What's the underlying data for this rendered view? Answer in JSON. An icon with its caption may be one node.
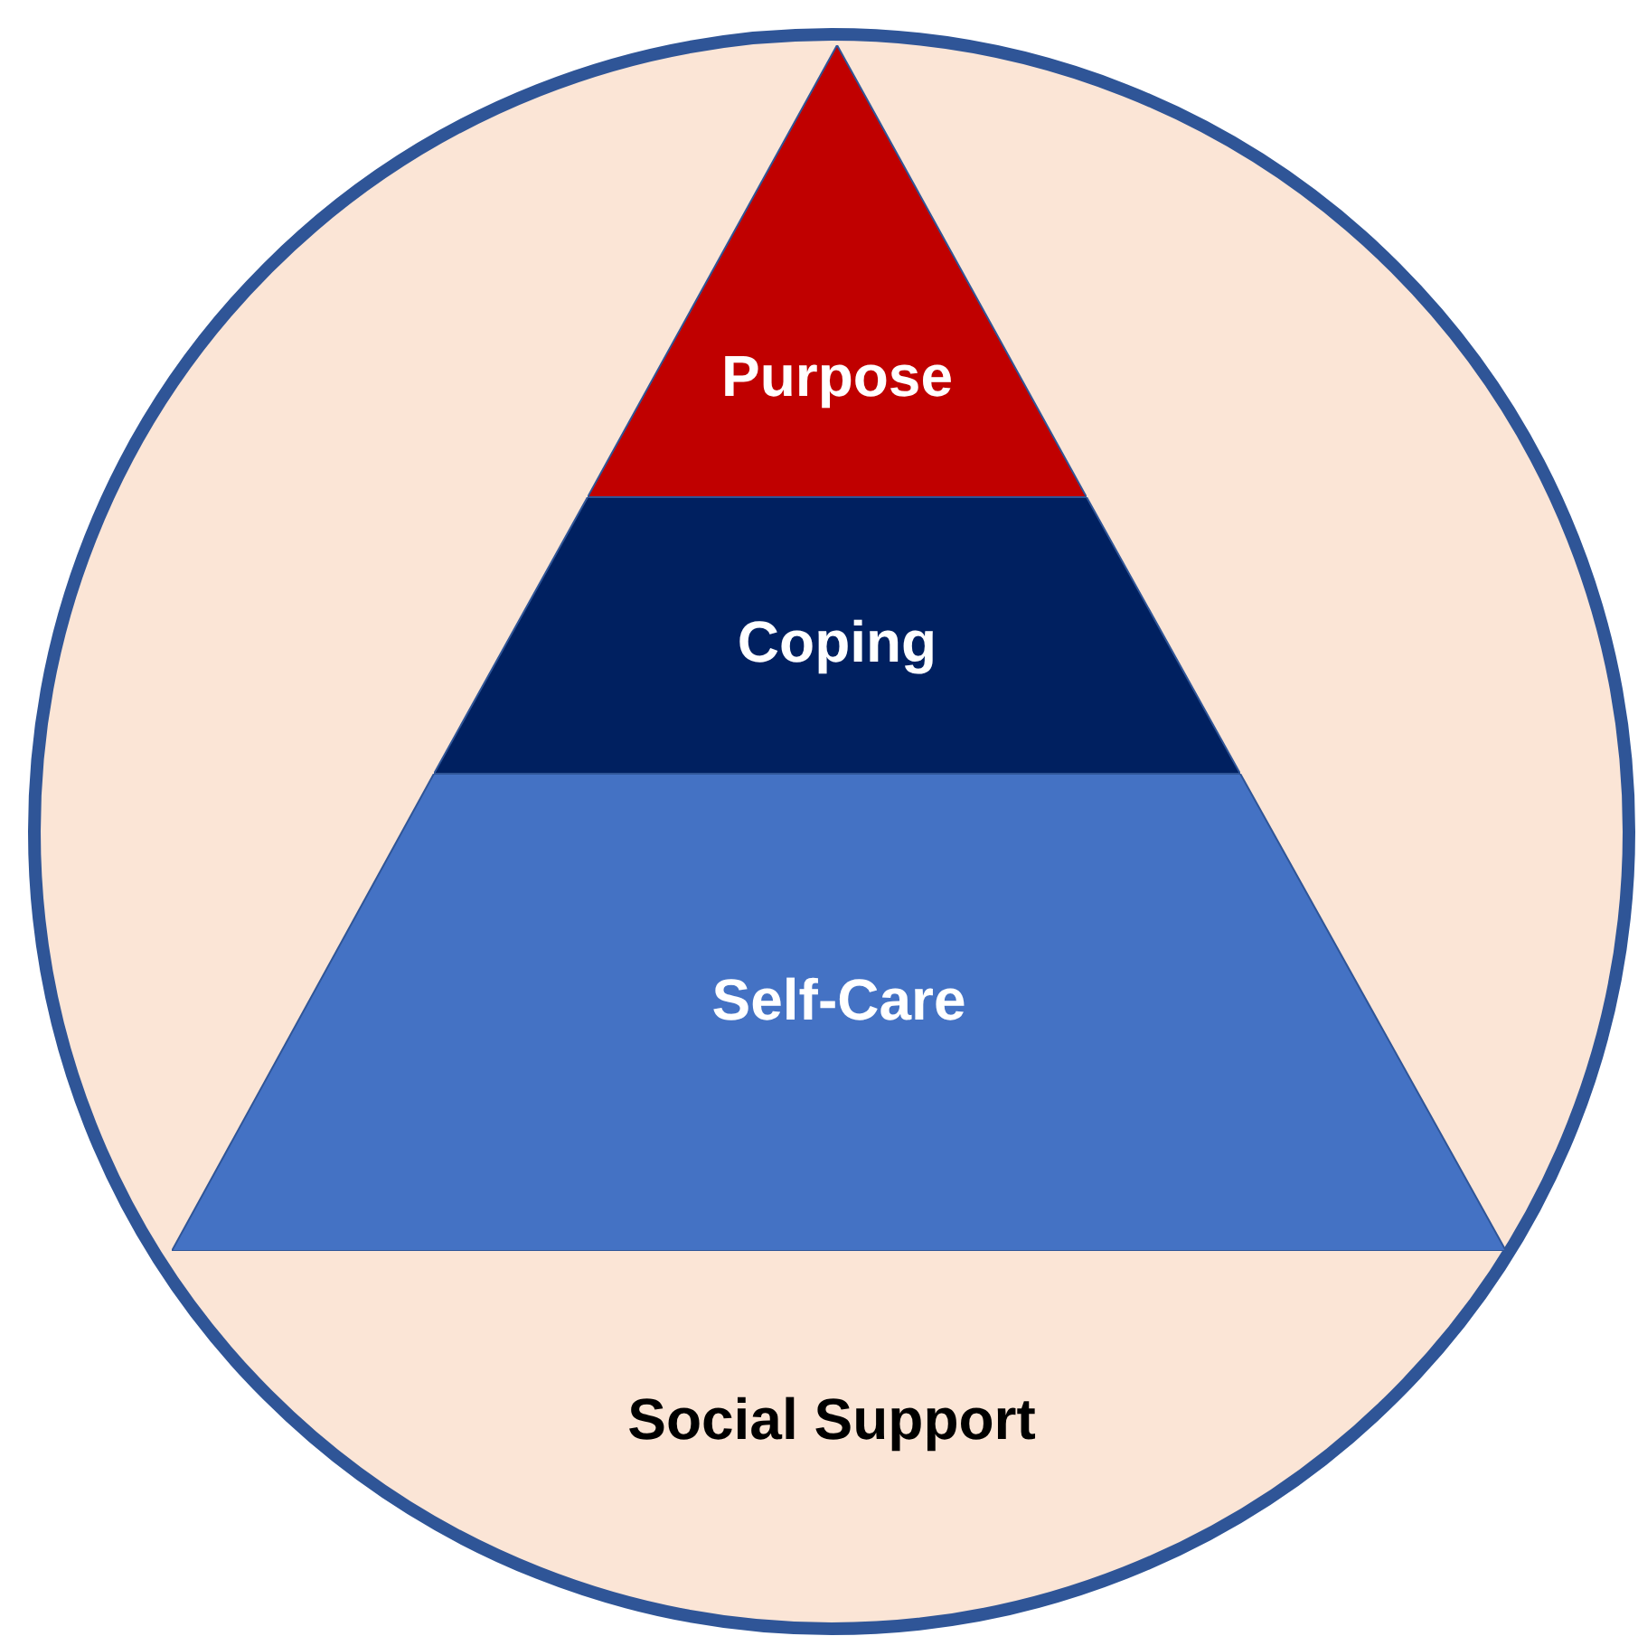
{
  "diagram": {
    "nodes": [
      {
        "text": [
          "Social Support"
        ]
      },
      {
        "text": [
          "Purpose"
        ],
        "in": 0
      },
      {
        "text": [
          "Coping"
        ],
        "in": 0
      },
      {
        "text": [
          "Self-Care"
        ],
        "in": 0
      }
    ]
  }
}
